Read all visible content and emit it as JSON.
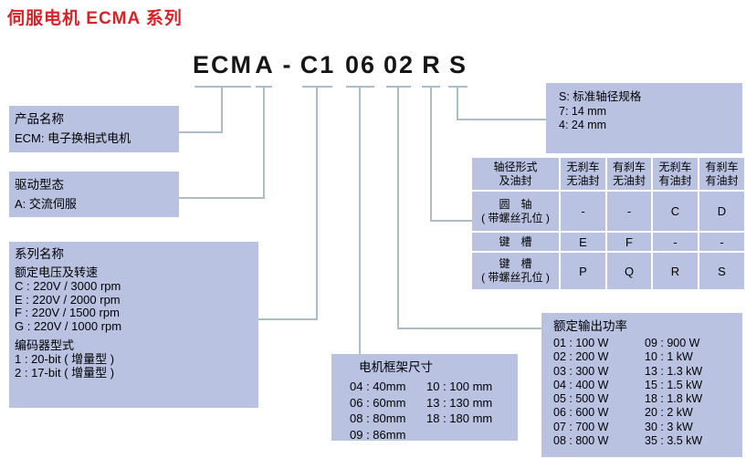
{
  "page_title": "伺服电机 ECMA 系列",
  "model_code": {
    "groups": [
      "ECM",
      "A",
      "-",
      "C1",
      "06",
      "02",
      "R",
      "S"
    ]
  },
  "boxes": {
    "product": {
      "title": "产品名称",
      "line1": "ECM: 电子换相式电机"
    },
    "drive": {
      "title": "驱动型态",
      "line1": "A: 交流伺服"
    },
    "series": {
      "title": "系列名称",
      "subtitle1": "额定电压及转速",
      "voltage_lines": [
        "C : 220V / 3000 rpm",
        "E : 220V / 2000 rpm",
        "F : 220V / 1500 rpm",
        "G : 220V / 1000 rpm"
      ],
      "subtitle2": "编码器型式",
      "encoder_lines": [
        "1 : 20-bit ( 增量型 )",
        "2 : 17-bit ( 增量型 )"
      ]
    },
    "frame": {
      "title": "电机框架尺寸",
      "col1": [
        "04 : 40mm",
        "06 : 60mm",
        "08 : 80mm",
        "09 : 86mm"
      ],
      "col2": [
        "10 : 100 mm",
        "13 : 130 mm",
        "18 : 180 mm"
      ]
    },
    "power": {
      "title": "额定输出功率",
      "col1": [
        "01 : 100 W",
        "02 : 200 W",
        "03 : 300 W",
        "04 : 400 W",
        "05 : 500 W",
        "06 : 600 W",
        "07 : 700 W",
        "08 : 800 W"
      ],
      "col2": [
        "09 : 900 W",
        "10 : 1 kW",
        "13 : 1.3 kW",
        "15 : 1.5 kW",
        "18 : 1.8 kW",
        "20 : 2 kW",
        "30 : 3 kW",
        "35 : 3.5 kW"
      ]
    },
    "shaft_spec": {
      "line1": "S: 标准轴径规格",
      "line2": "7: 14 mm",
      "line3": "4: 24 mm"
    }
  },
  "shaft_table": {
    "header_label_line1": "轴径形式",
    "header_label_line2": "及油封",
    "col_headers": [
      {
        "line1": "无刹车",
        "line2": "无油封"
      },
      {
        "line1": "有刹车",
        "line2": "无油封"
      },
      {
        "line1": "无刹车",
        "line2": "有油封"
      },
      {
        "line1": "有刹车",
        "line2": "有油封"
      }
    ],
    "rows": [
      {
        "label_line1": "圆　轴",
        "label_line2": "( 带螺丝孔位 )",
        "cells": [
          "-",
          "-",
          "C",
          "D"
        ]
      },
      {
        "label_line1": "键　槽",
        "label_line2": "",
        "cells": [
          "E",
          "F",
          "-",
          "-"
        ]
      },
      {
        "label_line1": "键　槽",
        "label_line2": "( 带螺丝孔位 )",
        "cells": [
          "P",
          "Q",
          "R",
          "S"
        ]
      }
    ]
  },
  "colors": {
    "accent_red": "#dd1f26",
    "box_fill": "#bac2e1",
    "connector_line": "#adbdc7"
  }
}
